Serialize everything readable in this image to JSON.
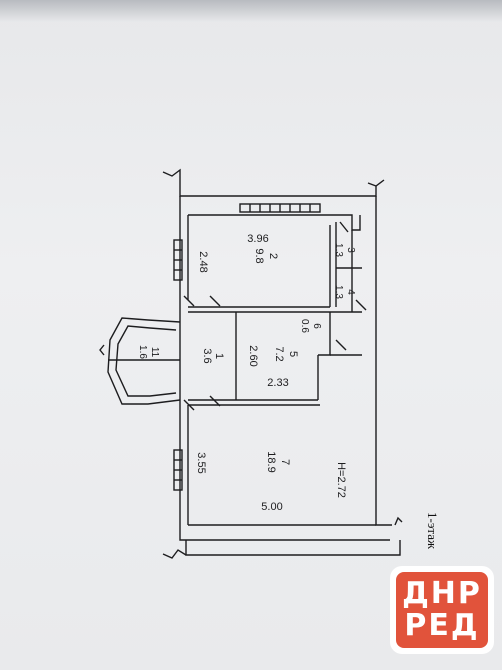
{
  "floor_label": "1-этаж",
  "watermark": {
    "line1": "ДНР",
    "line2": "РЕД",
    "color": "#e1533b"
  },
  "rooms": [
    {
      "number": "2",
      "area": "9.8"
    },
    {
      "number": "3",
      "area": "1.3"
    },
    {
      "number": "4",
      "area": "1.3"
    },
    {
      "number": "1",
      "area": "3.6"
    },
    {
      "number": "5",
      "area": "7.2"
    },
    {
      "number": "6",
      "area": "0.6"
    },
    {
      "number": "7",
      "area": "18.9"
    },
    {
      "number": "11",
      "area": "1.6"
    }
  ],
  "dimensions": {
    "d1": "3.96",
    "d2": "2.48",
    "d3": "2.60",
    "d4": "2.33",
    "d5": "3.55",
    "d6": "5.00"
  },
  "ceiling_height": "H=2.72",
  "colors": {
    "ink": "#1d1d1f",
    "paper": "#eeeff1"
  }
}
